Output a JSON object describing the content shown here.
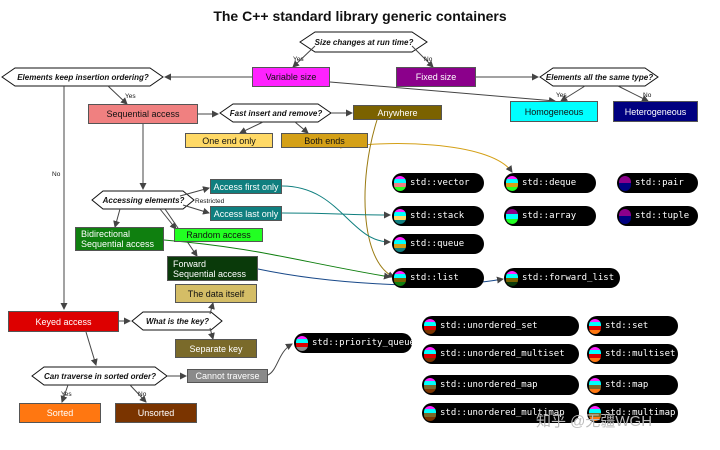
{
  "title": "The C++ standard library generic containers",
  "watermark": "知乎 @无疆WGH",
  "decisions": {
    "size_changes": "Size changes at run time?",
    "keep_order": "Elements keep insertion ordering?",
    "same_type": "Elements all the same type?",
    "fast_insert": "Fast insert and remove?",
    "accessing": "Accessing elements?",
    "what_key": "What is the key?",
    "traverse_sorted": "Can traverse in sorted order?"
  },
  "edge_labels": {
    "size_yes": "Yes",
    "size_no": "No",
    "order_yes": "Yes",
    "order_no": "No",
    "same_yes": "Yes",
    "same_no": "No",
    "restricted": "Restricted",
    "sorted_yes": "Yes",
    "sorted_no": "No"
  },
  "nodes": {
    "variable_size": "Variable size",
    "fixed_size": "Fixed size",
    "homogeneous": "Homogeneous",
    "heterogeneous": "Heterogeneous",
    "sequential_access": "Sequential access",
    "anywhere": "Anywhere",
    "one_end_only": "One end only",
    "both_ends": "Both ends",
    "access_first_only": "Access first only",
    "access_last_only": "Access last only",
    "random_access": "Random access",
    "bidirectional": "Bidirectional\nSequential access",
    "forward": "Forward\nSequential access",
    "data_itself": "The data itself",
    "separate_key": "Separate key",
    "keyed_access": "Keyed access",
    "cannot_traverse": "Cannot traverse",
    "sorted": "Sorted",
    "unsorted": "Unsorted"
  },
  "containers": {
    "vector": "std::vector",
    "deque": "std::deque",
    "pair": "std::pair",
    "stack": "std::stack",
    "array": "std::array",
    "tuple": "std::tuple",
    "queue": "std::queue",
    "list": "std::list",
    "forward_list": "std::forward_list",
    "priority_queue": "std::priority_queue",
    "unordered_set": "std::unordered_set",
    "set": "std::set",
    "unordered_multiset": "std::unordered_multiset",
    "multiset": "std::multiset",
    "unordered_map": "std::unordered_map",
    "map": "std::map",
    "unordered_multimap": "std::unordered_multimap",
    "multimap": "std::multimap"
  },
  "colors": {
    "variable_size": "#ff22ff",
    "fixed_size": "#8b008b",
    "homogeneous": "#00ffff",
    "heterogeneous": "#000080",
    "sequential_access": "#f08080",
    "anywhere": "#7b6200",
    "one_end_only": "#ffd966",
    "both_ends": "#d4a017",
    "teal": "#0f7f7f",
    "random_access": "#22ff22",
    "bidirectional": "#0f7f0f",
    "forward": "#0a3a0a",
    "data_itself": "#d4bd66",
    "separate_key": "#7a6a2a",
    "keyed_access": "#dd0000",
    "cannot_traverse": "#8a8a8a",
    "sorted": "#ff7711",
    "unsorted": "#7a3400",
    "container_bg": "#000000"
  }
}
